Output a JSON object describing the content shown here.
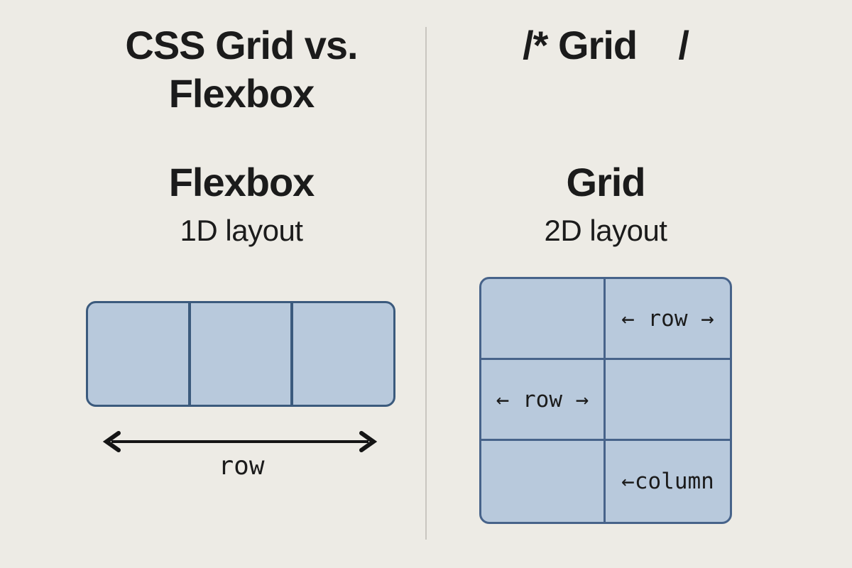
{
  "poster": {
    "background": "#EDEBE5",
    "divider_color": "#C9C6C0",
    "text_color": "#1B1B1B",
    "box_fill": "#B8C9DC",
    "flexbox_border": "#3B5A7D",
    "grid_border": "#47638A",
    "arrow_color": "#151515"
  },
  "left": {
    "title": "CSS Grid vs.\nFlexbox",
    "heading": "Flexbox",
    "subtitle": "1D layout",
    "flex_item_count": 3,
    "axis_label": "row"
  },
  "right": {
    "title": "/* Grid    /",
    "heading": "Grid",
    "subtitle": "2D layout",
    "diagram": {
      "columns": 2,
      "rows": 3,
      "cell_texts": [
        "",
        "← row →",
        "← row →",
        "",
        "",
        "←column"
      ]
    }
  }
}
